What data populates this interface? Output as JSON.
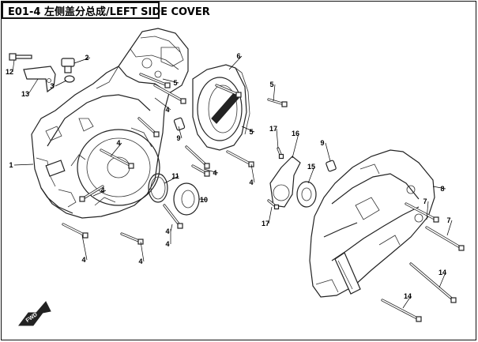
{
  "title": "E01-4 左侧盖分总成/LEFT SIDE COVER",
  "fwd_label": "FWD",
  "callouts": [
    {
      "id": "c12a",
      "label": "12"
    },
    {
      "id": "c13",
      "label": "13"
    },
    {
      "id": "c2",
      "label": "2"
    },
    {
      "id": "c3",
      "label": "3"
    },
    {
      "id": "c5a",
      "label": "5"
    },
    {
      "id": "c4a",
      "label": "4"
    },
    {
      "id": "c9a",
      "label": "9"
    },
    {
      "id": "c6",
      "label": "6"
    },
    {
      "id": "c5b",
      "label": "5"
    },
    {
      "id": "c5c",
      "label": "5"
    },
    {
      "id": "c1",
      "label": "1"
    },
    {
      "id": "c4b",
      "label": "4"
    },
    {
      "id": "c4c",
      "label": "4"
    },
    {
      "id": "c4d",
      "label": "4"
    },
    {
      "id": "c11",
      "label": "11"
    },
    {
      "id": "c10",
      "label": "10"
    },
    {
      "id": "c4e",
      "label": "4"
    },
    {
      "id": "c4f",
      "label": "4"
    },
    {
      "id": "c4g",
      "label": "4"
    },
    {
      "id": "c4h",
      "label": "4"
    },
    {
      "id": "c4i",
      "label": "4"
    },
    {
      "id": "c17a",
      "label": "17"
    },
    {
      "id": "c16",
      "label": "16"
    },
    {
      "id": "c9b",
      "label": "9"
    },
    {
      "id": "c15",
      "label": "15"
    },
    {
      "id": "c17b",
      "label": "17"
    },
    {
      "id": "c8",
      "label": "8"
    },
    {
      "id": "c7a",
      "label": "7"
    },
    {
      "id": "c7b",
      "label": "7"
    },
    {
      "id": "c14a",
      "label": "14"
    },
    {
      "id": "c14b",
      "label": "14"
    }
  ]
}
